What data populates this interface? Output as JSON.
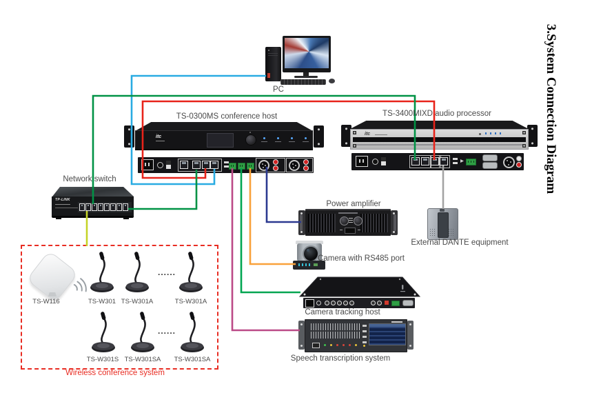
{
  "title": {
    "vertical_heading": "3.System Connection Diagram"
  },
  "labels": {
    "pc": "PC",
    "conference_host": "TS-0300MS conference host",
    "audio_processor": "TS-3400MIXD audio processor",
    "network_switch": "Network switch",
    "power_amplifier": "Power amplifier",
    "camera": "Camera with RS485 port",
    "camera_tracking_host": "Camera tracking host",
    "speech_transcription": "Speech transcription system",
    "dante": "External DANTE equipment"
  },
  "brands": {
    "itc": "itc",
    "switch": "TP-LINK"
  },
  "wireless": {
    "label": "Wireless conference system",
    "ap": "TS-W116",
    "row1": [
      "TS-W301",
      "TS-W301A",
      "TS-W301A"
    ],
    "row2": [
      "TS-W301S",
      "TS-W301SA",
      "TS-W301SA"
    ],
    "dots": "......"
  },
  "colors": {
    "wireless_box": "#e82c22",
    "wireless_label": "#e82c22",
    "label_text": "#4a4a4a"
  },
  "connections": [
    {
      "from": "pc",
      "to": "conference-host-lan",
      "color": "#29abe2"
    },
    {
      "from": "conference-host",
      "to": "audio-processor",
      "color": "#e8231a"
    },
    {
      "from": "network-switch",
      "to": "audio-processor",
      "color": "#009245"
    },
    {
      "from": "conference-host",
      "to": "network-switch",
      "color": "#009245"
    },
    {
      "from": "network-switch",
      "to": "wireless-conference-system",
      "color": "#c5d428"
    },
    {
      "from": "conference-host",
      "to": "power-amplifier",
      "color": "#2b3990"
    },
    {
      "from": "conference-host",
      "to": "camera",
      "color": "#f9a13a"
    },
    {
      "from": "conference-host",
      "to": "camera-tracking-host",
      "color": "#00a551"
    },
    {
      "from": "conference-host",
      "to": "speech-transcription-system",
      "color": "#bb4a87"
    },
    {
      "from": "audio-processor",
      "to": "external-dante-equipment",
      "color": "#a3a3a3"
    }
  ]
}
